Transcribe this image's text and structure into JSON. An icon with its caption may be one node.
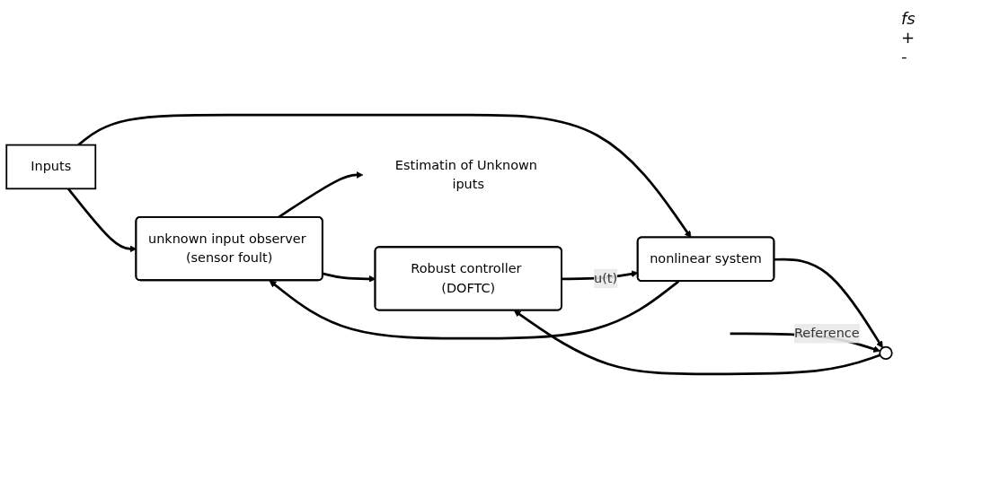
{
  "diagram": {
    "nodes": [
      {
        "text": [
          "Inputs"
        ]
      },
      {
        "text": [
          "unknown input observer (sensor foult)"
        ]
      },
      {
        "text": [
          "nonlinear system"
        ]
      },
      {
        "text": [
          "Robust controller (DOFTC)"
        ]
      },
      {
        "text": [
          "Estimatin of Unknown iputs"
        ]
      },
      {
        "text": [],
        "shape": "circle"
      }
    ],
    "edges": [
      {
        "from": 0,
        "to": 1,
        "arrow": "to"
      },
      {
        "from": 0,
        "to": 2,
        "arrow": "to"
      },
      {
        "from": 2,
        "to": 1,
        "arrow": "to"
      },
      {
        "from": 1,
        "to": 4,
        "arrow": "to"
      },
      {
        "from": 1,
        "to": 3,
        "arrow": "to"
      },
      {
        "from": 2,
        "to": 5,
        "arrow": "to"
      },
      {
        "from": null,
        "to": 5,
        "arrow": "to",
        "label": "Reference"
      },
      {
        "from": 5,
        "to": 3,
        "arrow": "to"
      },
      {
        "from": 3,
        "to": 2,
        "arrow": "to",
        "label": "u(t)"
      }
    ],
    "labels": [
      "fs",
      "+",
      "-"
    ]
  }
}
